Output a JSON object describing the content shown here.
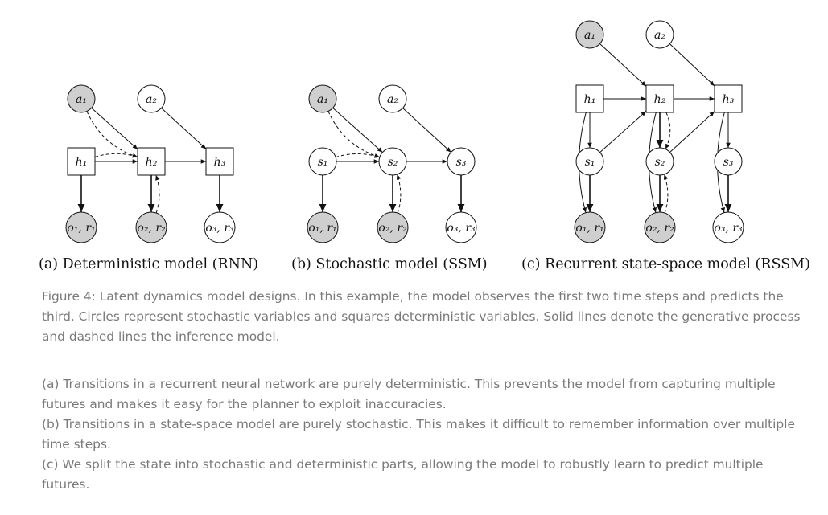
{
  "panels": [
    {
      "caption": "(a) Deterministic model (RNN)",
      "nodes": [
        {
          "id": "a1",
          "label": "a₁",
          "shape": "circle",
          "fill": "observed"
        },
        {
          "id": "a2",
          "label": "a₂",
          "shape": "circle",
          "fill": "latent"
        },
        {
          "id": "h1",
          "label": "h₁",
          "shape": "square",
          "fill": "latent"
        },
        {
          "id": "h2",
          "label": "h₂",
          "shape": "square",
          "fill": "latent"
        },
        {
          "id": "h3",
          "label": "h₃",
          "shape": "square",
          "fill": "latent"
        },
        {
          "id": "o1",
          "label": "o₁, r₁",
          "shape": "circle",
          "fill": "observed"
        },
        {
          "id": "o2",
          "label": "o₂, r₂",
          "shape": "circle",
          "fill": "observed"
        },
        {
          "id": "o3",
          "label": "o₃, r₃",
          "shape": "circle",
          "fill": "latent"
        }
      ]
    },
    {
      "caption": "(b) Stochastic model (SSM)",
      "nodes": [
        {
          "id": "a1",
          "label": "a₁",
          "shape": "circle",
          "fill": "observed"
        },
        {
          "id": "a2",
          "label": "a₂",
          "shape": "circle",
          "fill": "latent"
        },
        {
          "id": "s1",
          "label": "s₁",
          "shape": "circle",
          "fill": "latent"
        },
        {
          "id": "s2",
          "label": "s₂",
          "shape": "circle",
          "fill": "latent"
        },
        {
          "id": "s3",
          "label": "s₃",
          "shape": "circle",
          "fill": "latent"
        },
        {
          "id": "o1",
          "label": "o₁, r₁",
          "shape": "circle",
          "fill": "observed"
        },
        {
          "id": "o2",
          "label": "o₂, r₂",
          "shape": "circle",
          "fill": "observed"
        },
        {
          "id": "o3",
          "label": "o₃, r₃",
          "shape": "circle",
          "fill": "latent"
        }
      ]
    },
    {
      "caption": "(c) Recurrent state-space model (RSSM)",
      "nodes": [
        {
          "id": "a1",
          "label": "a₁",
          "shape": "circle",
          "fill": "observed"
        },
        {
          "id": "a2",
          "label": "a₂",
          "shape": "circle",
          "fill": "latent"
        },
        {
          "id": "h1",
          "label": "h₁",
          "shape": "square",
          "fill": "latent"
        },
        {
          "id": "h2",
          "label": "h₂",
          "shape": "square",
          "fill": "latent"
        },
        {
          "id": "h3",
          "label": "h₃",
          "shape": "square",
          "fill": "latent"
        },
        {
          "id": "s1",
          "label": "s₁",
          "shape": "circle",
          "fill": "latent"
        },
        {
          "id": "s2",
          "label": "s₂",
          "shape": "circle",
          "fill": "latent"
        },
        {
          "id": "s3",
          "label": "s₃",
          "shape": "circle",
          "fill": "latent"
        },
        {
          "id": "o1",
          "label": "o₁, r₁",
          "shape": "circle",
          "fill": "observed"
        },
        {
          "id": "o2",
          "label": "o₂, r₂",
          "shape": "circle",
          "fill": "observed"
        },
        {
          "id": "o3",
          "label": "o₃, r₃",
          "shape": "circle",
          "fill": "latent"
        }
      ]
    }
  ],
  "colors": {
    "observed": "#cfcfcf",
    "latent": "#ffffff",
    "stroke": "#111111",
    "caption_text": "#7a7a7a"
  },
  "figure_caption": "Figure 4: Latent dynamics model designs. In this example, the model observes the first two time steps and predicts the third. Circles represent stochastic variables and squares deterministic variables. Solid lines denote the generative process and dashed lines the inference model.",
  "subcaptions": {
    "a": "(a) Transitions in a recurrent neural network are purely deterministic. This prevents the model from capturing multiple futures and makes it easy for the planner to exploit inaccuracies.",
    "b": "(b) Transitions in a state-space model are purely stochastic. This makes it difficult to remember information over multiple time steps.",
    "c": "(c) We split the state into stochastic and deterministic parts, allowing the model to robustly learn to predict multiple futures."
  }
}
